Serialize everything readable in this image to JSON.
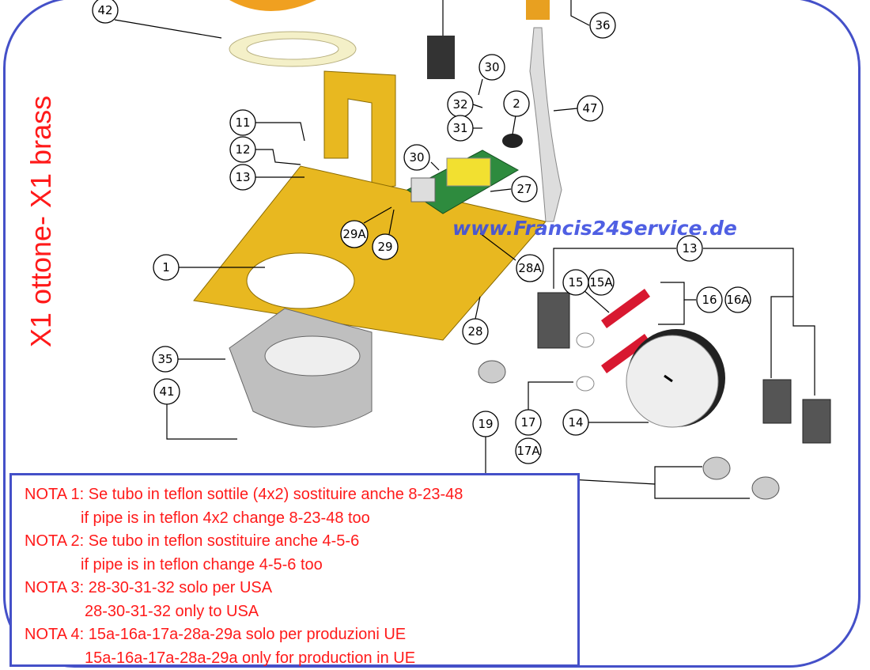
{
  "side_title": "X1 ottone- X1 brass",
  "watermark": "www.Francis24Service.de",
  "callouts": {
    "c42": "42",
    "c36": "36",
    "c30a": "30",
    "c32": "32",
    "c2": "2",
    "c47": "47",
    "c31": "31",
    "c11": "11",
    "c12": "12",
    "c13a": "13",
    "c30b": "30",
    "c27": "27",
    "c29A": "29A",
    "c29": "29",
    "c28A": "28A",
    "c13b": "13",
    "c1": "1",
    "c15": "15",
    "c15A": "15A",
    "c16": "16",
    "c16A": "16A",
    "c28": "28",
    "c35": "35",
    "c41": "41",
    "c14": "14",
    "c17": "17",
    "c19": "19",
    "c17A": "17A"
  },
  "notes": [
    {
      "label": "NOTA 1: Se tubo in teflon sottile (4x2) sostituire anche  8-23-48",
      "translation": "if pipe is in teflon  4x2 change 8-23-48 too"
    },
    {
      "label": "NOTA 2: Se tubo in teflon sostituire anche  4-5-6",
      "translation": "if pipe is in teflon change 4-5-6 too"
    },
    {
      "label": "NOTA 3: 28-30-31-32 solo per USA",
      "translation": "28-30-31-32 only to USA"
    },
    {
      "label": "NOTA 4: 15a-16a-17a-28a-29a solo per produzioni UE",
      "translation": "15a-16a-17a-28a-29a only for production in UE"
    }
  ],
  "colors": {
    "frame": "#4450c8",
    "note_text": "#ff1a1a",
    "plate": "#e8b820",
    "watermark": "#3c4ee0"
  }
}
